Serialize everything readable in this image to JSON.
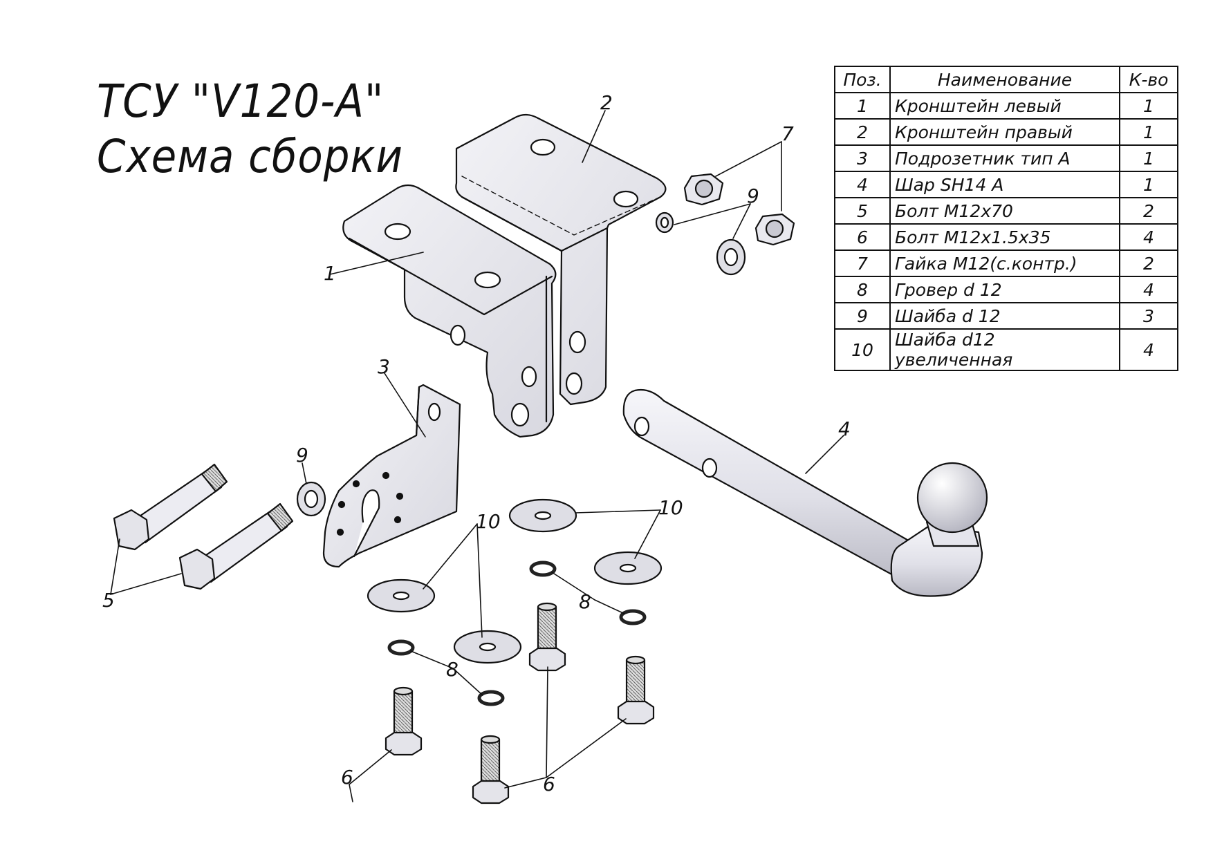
{
  "title": {
    "line1": "ТСУ \"V120-A\"",
    "line2": "Схема сборки"
  },
  "bom": {
    "headers": {
      "pos": "Поз.",
      "name": "Наименование",
      "qty": "К-во"
    },
    "rows": [
      {
        "pos": "1",
        "name": "Кронштейн левый",
        "qty": "1"
      },
      {
        "pos": "2",
        "name": "Кронштейн правый",
        "qty": "1"
      },
      {
        "pos": "3",
        "name": "Подрозетник тип А",
        "qty": "1"
      },
      {
        "pos": "4",
        "name": "Шар SH14 A",
        "qty": "1"
      },
      {
        "pos": "5",
        "name": "Болт М12х70",
        "qty": "2"
      },
      {
        "pos": "6",
        "name": "Болт М12х1.5х35",
        "qty": "4"
      },
      {
        "pos": "7",
        "name": "Гайка М12(с.контр.)",
        "qty": "2"
      },
      {
        "pos": "8",
        "name": "Гровер d 12",
        "qty": "4"
      },
      {
        "pos": "9",
        "name": "Шайба d 12",
        "qty": "3"
      },
      {
        "pos": "10",
        "name": "Шайба d12 увеличенная",
        "qty": "4"
      }
    ]
  },
  "callouts": {
    "c1": "1",
    "c2": "2",
    "c3": "3",
    "c4": "4",
    "c5": "5",
    "c6a": "6",
    "c6b": "6",
    "c7": "7",
    "c8a": "8",
    "c8b": "8",
    "c9a": "9",
    "c9b": "9",
    "c10a": "10",
    "c10b": "10"
  },
  "colors": {
    "line": "#111111",
    "part_fill": "#e6e6ec",
    "part_shade": "#cfcfd8",
    "paper": "#ffffff"
  }
}
